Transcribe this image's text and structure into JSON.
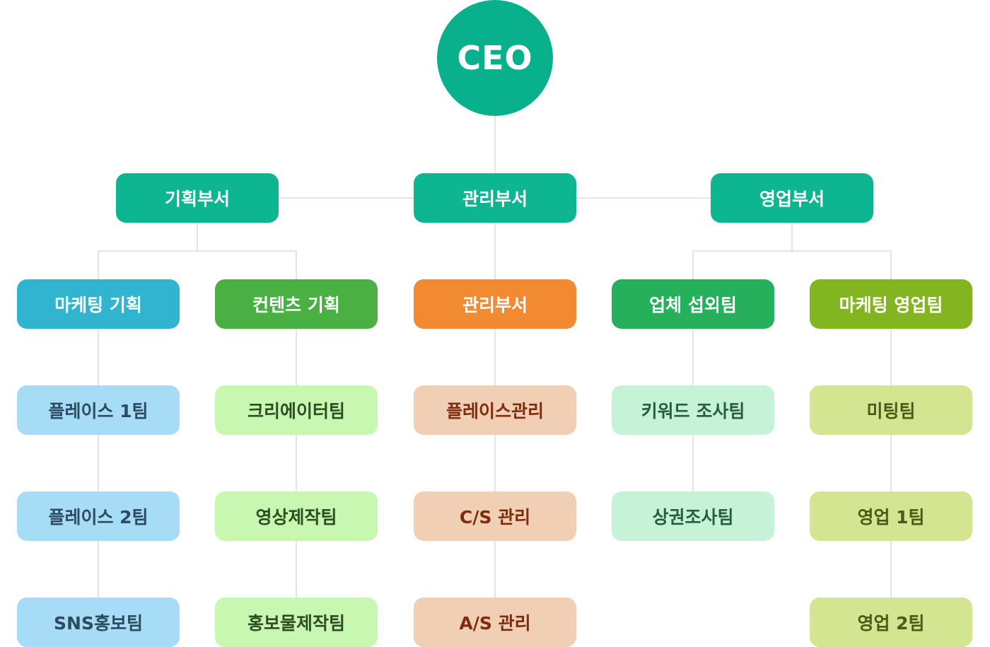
{
  "ceo": {
    "label": "CEO"
  },
  "departments": {
    "planning": "기획부서",
    "management": "관리부서",
    "sales": "영업부서"
  },
  "columns": [
    {
      "head": "마케팅 기획",
      "teams": [
        "플레이스 1팀",
        "플레이스 2팀",
        "SNS홍보팀"
      ]
    },
    {
      "head": "컨텐츠 기획",
      "teams": [
        "크리에이터팀",
        "영상제작팀",
        "홍보물제작팀"
      ]
    },
    {
      "head": "관리부서",
      "teams": [
        "플레이스관리",
        "C/S 관리",
        "A/S 관리"
      ]
    },
    {
      "head": "업체 섭외팀",
      "teams": [
        "키워드 조사팀",
        "상권조사팀"
      ]
    },
    {
      "head": "마케팅 영업팀",
      "teams": [
        "미팅팀",
        "영업 1팀",
        "영업 2팀"
      ]
    }
  ],
  "colors": {
    "ceo": "#08b18b",
    "department": "#0db590",
    "connector": "#c8c8c8"
  }
}
